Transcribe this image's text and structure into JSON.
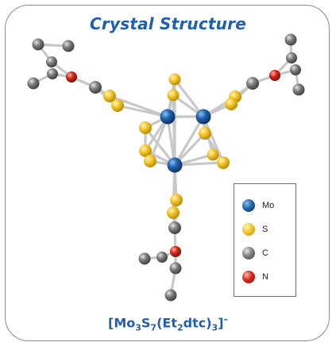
{
  "title": "Crystal Structure",
  "formula": {
    "p1": "[Mo",
    "s1": "3",
    "p2": "S",
    "s2": "7",
    "p3": "(Et",
    "s3": "2",
    "p4": "dtc)",
    "s4": "3",
    "p5": "]",
    "charge": "–"
  },
  "legend": [
    {
      "label": "Mo",
      "color": "#1a5fa8",
      "icon": "molybdenum-atom-icon"
    },
    {
      "label": "S",
      "color": "#f2c52a",
      "icon": "sulfur-atom-icon"
    },
    {
      "label": "C",
      "color": "#7d7d7d",
      "icon": "carbon-atom-icon"
    },
    {
      "label": "N",
      "color": "#d42a1f",
      "icon": "nitrogen-atom-icon"
    }
  ],
  "colors": {
    "Mo": "#1a5fa8",
    "S": "#f2c52a",
    "C": "#7d7d7d",
    "N": "#d42a1f",
    "bond": "#c9c9c9",
    "title": "#1f5fae"
  }
}
